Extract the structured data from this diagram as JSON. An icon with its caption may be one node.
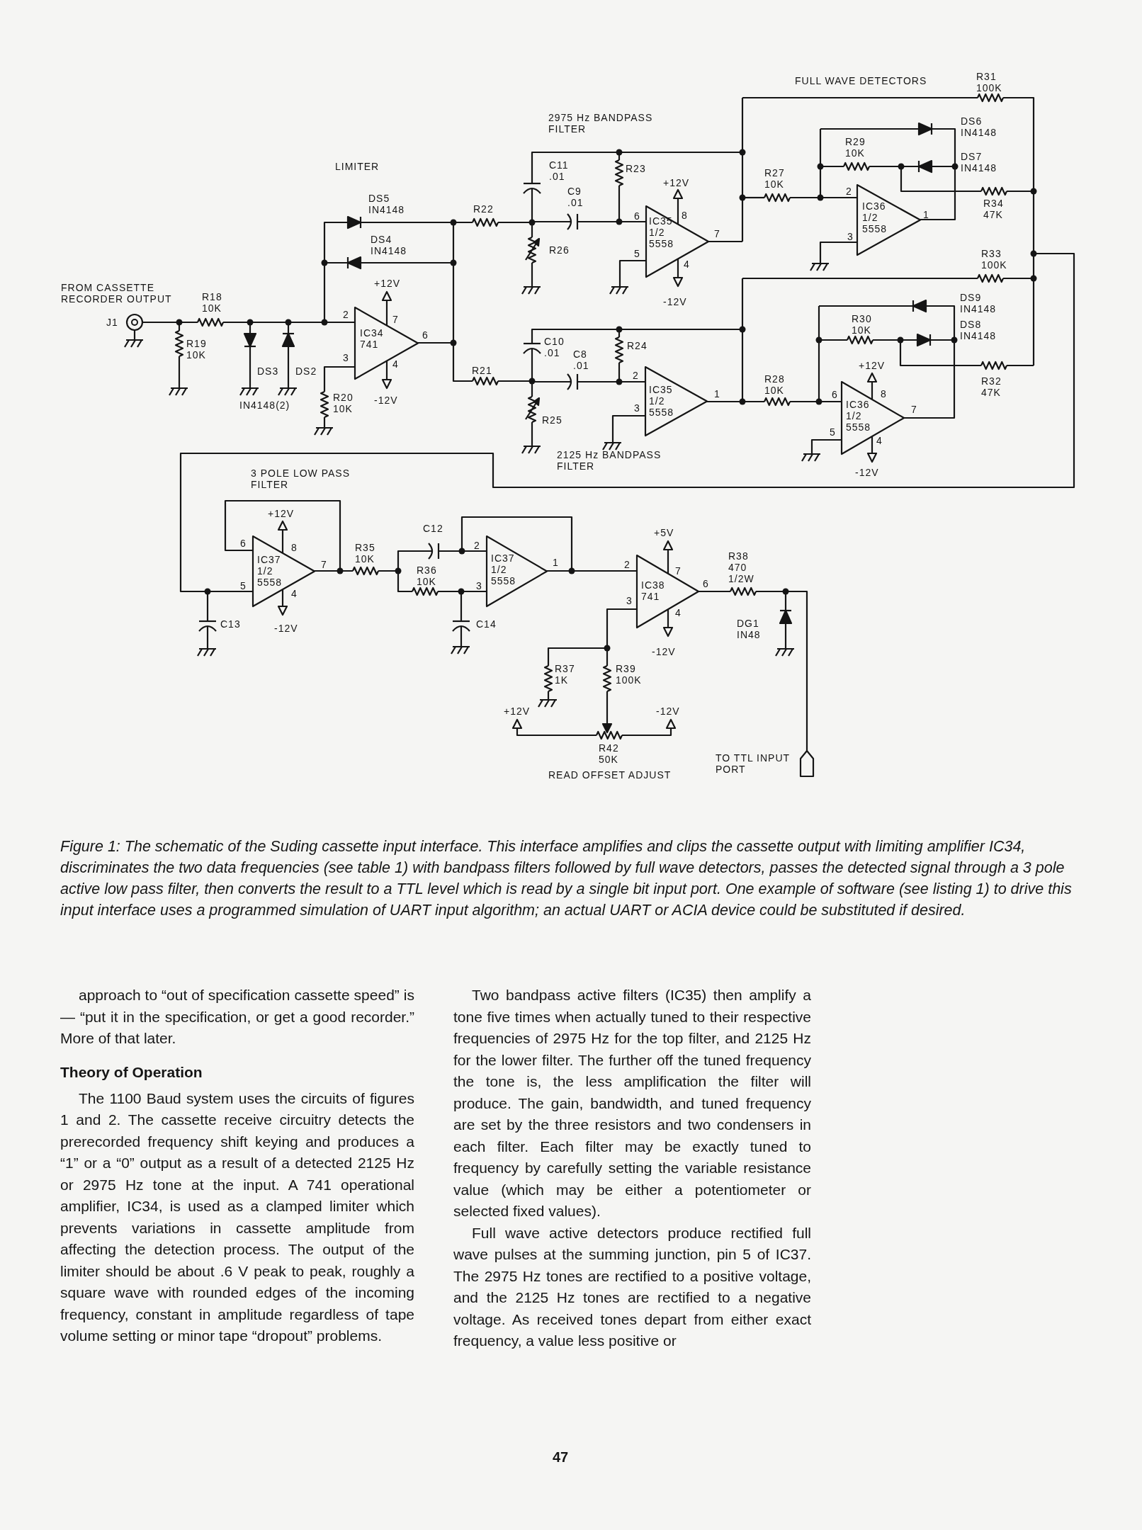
{
  "diagram": {
    "caption": "Figure 1: The schematic of the Suding cassette input interface. This interface amplifies and clips the cassette output with limiting amplifier IC34, discriminates the two data frequencies (see table 1) with bandpass filters followed by full wave detectors, passes the detected signal through a 3 pole active low pass filter, then converts the result to a TTL level which is read by a single bit input port. One example of software (see listing 1) to drive this input interface uses a programmed simulation of UART input algorithm; an actual UART or ACIA device could be substituted if desired.",
    "labels": [
      "FULL WAVE DETECTORS",
      "R31 100K",
      "2975 Hz BANDPASS FILTER",
      "DS6 IN4148",
      "R29 10K",
      "DS7 IN4148",
      "LIMITER",
      "C11 .01",
      "R23",
      "+12V",
      "C9 .01",
      "R27 10K",
      "DS5 IN4148",
      "R22",
      "2",
      "IC36 1/2 5558",
      "1",
      "R34 47K",
      "6",
      "IC35 1/2 5558",
      "8",
      "7",
      "DS4 IN4148",
      "R26",
      "3",
      "5",
      "4",
      "R33 100K",
      "+12V",
      "-12V",
      "FROM CASSETTE RECORDER OUTPUT",
      "R18 10K",
      "DS9 IN4148",
      "R30 10K",
      "DS8 IN4148",
      "J1",
      "2",
      "7",
      "C10 .01",
      "R24",
      "C8 .01",
      "IC34 741",
      "6",
      "R19 10K",
      "3",
      "4",
      "+12V",
      "R28 10K",
      "R32 47K",
      "R21",
      "2",
      "6",
      "8",
      "IC35 1/2 5558",
      "1",
      "IC36 1/2 5558",
      "7",
      "DS3",
      "DS2",
      "3",
      "R25",
      "R20 10K",
      "-12V",
      "IN4148(2)",
      "5",
      "4",
      "2125 Hz BANDPASS FILTER",
      "-12V",
      "3 POLE LOW PASS FILTER",
      "+12V",
      "C12",
      "+5V",
      "6",
      "8",
      "2",
      "R35 10K",
      "IC37 1/2 5558",
      "IC37 1/2 5558",
      "R38 470 1/2W",
      "7",
      "1",
      "2",
      "7",
      "R36 10K",
      "5",
      "3",
      "IC38 741",
      "6",
      "4",
      "3",
      "4",
      "DG1 IN48",
      "C13",
      "C14",
      "-12V",
      "-12V",
      "R37 1K",
      "R39 100K",
      "+12V",
      "-12V",
      "R42 50K",
      "TO TTL INPUT PORT",
      "READ OFFSET ADJUST",
      "approach to “out of specification cassette speed” is — “put it in the specification, or get a good recorder.” More of that later.",
      "Theory of Operation",
      "The 1100 Baud system uses the circuits of figures 1 and 2. The cassette receive circuitry detects the prerecorded frequency shift keying and produces a “1” or a “0” output as a result of a detected 2125 Hz or 2975 Hz tone at the input. A 741 operational amplifier, IC34, is used as a clamped limiter which prevents variations in cassette amplitude from affecting the detection process. The output of the limiter should be about .6 V peak to peak, roughly a square wave with rounded edges of the incoming frequency, constant in amplitude regardless of tape volume setting or minor tape “dropout” problems.",
      "Two bandpass active filters (IC35) then amplify a tone five times when actually tuned to their respective frequencies of 2975 Hz for the top filter, and 2125 Hz for the lower filter. The further off the tuned frequency the tone is, the less amplification the filter will produce. The gain, bandwidth, and tuned frequency are set by the three resistors and two condensers in each filter. Each filter may be exactly tuned to frequency by carefully setting the variable resistance value (which may be either a potentiometer or selected fixed values).",
      "Full wave active detectors produce rectified full wave pulses at the summing junction, pin 5 of IC37. The 2975 Hz tones are rectified to a positive voltage, and the 2125 Hz tones are rectified to a negative voltage. As received tones depart from either exact frequency, a value less positive or",
      "47"
    ]
  }
}
